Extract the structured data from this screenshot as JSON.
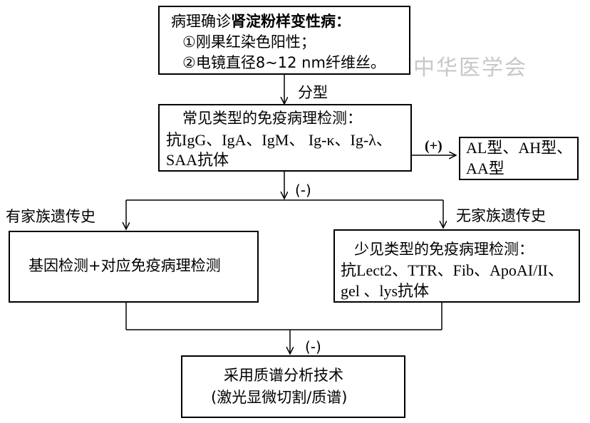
{
  "box1": {
    "line1_prefix": "病理确诊",
    "line1_emph": "肾淀粉样变性病：",
    "line2": "①刚果红染色阳性；",
    "line3": "②电镜直径8~12 nm纤维丝。"
  },
  "label_fenxing": "分型",
  "box2": {
    "line1": "常见类型的免疫病理检测：",
    "line2": "抗IgG、IgA、IgM、 Ig-κ、Ig-λ、",
    "line3": "SAA抗体"
  },
  "label_plus": "(+)",
  "box3": {
    "line1": "AL型、AH型、",
    "line2": "AA型"
  },
  "label_minus_1": "(-)",
  "label_family_yes": "有家族遗传史",
  "label_family_no": "无家族遗传史",
  "box4": {
    "line1": "基因检测+对应免疫病理检测"
  },
  "box5": {
    "line1": "少见类型的免疫病理检测：",
    "line2": "抗Lect2、TTR、Fib、ApoAI/II、",
    "line3": "gel 、lys抗体"
  },
  "label_minus_2": "(-)",
  "box6": {
    "line1": "采用质谱分析技术",
    "line2": "(激光显微切割/质谱)"
  },
  "watermark": "中华医学会"
}
